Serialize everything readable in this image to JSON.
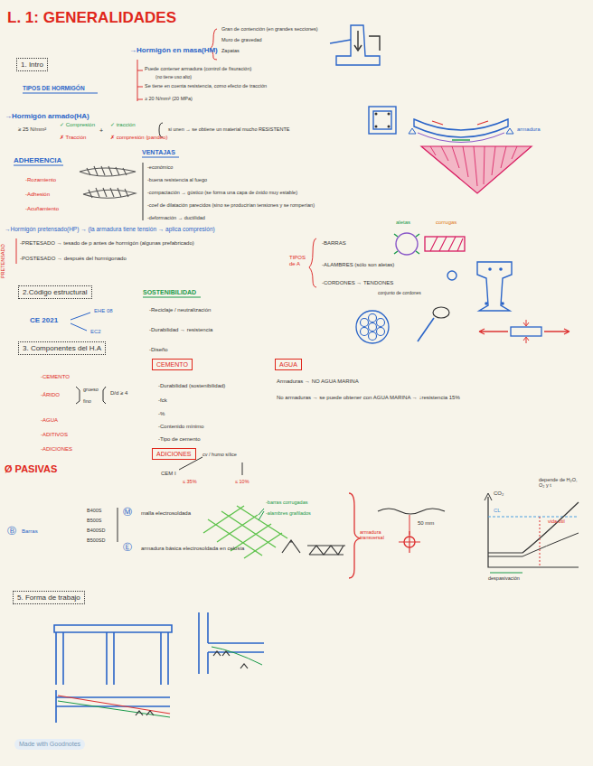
{
  "diagram": {
    "title": "L. 1: GENERALIDADES",
    "nodes": [
      {
        "text": [
          "1. Intro"
        ]
      },
      {
        "text": [
          "2.Código estructural"
        ]
      },
      {
        "text": [
          "3. Componentes del H.A"
        ]
      },
      {
        "text": [
          "CEMENTO"
        ]
      },
      {
        "text": [
          "AGUA"
        ]
      },
      {
        "text": [
          "ADICIONES"
        ]
      },
      {
        "text": [
          "5. Forma de trabajo"
        ]
      }
    ],
    "labels": [
      "TIPOS DE HORMIGÓN",
      "→Hormigón en masa(HM)",
      "Gran de contención (en grandes secciones)",
      "Muro de gravedad",
      "Zapatas",
      "Puede contener armadura (control de fisuración)",
      "(no tiene uso alto)",
      "Se tiene en cuenta resistencia, como efecto de tracción",
      "≥ 20 N/mm² (20 MPa)",
      "→Hormigón armado(HA)",
      "≥ 25 N/mm²",
      "✓ Compresión",
      "✗ Tracción",
      "+",
      "✓ tracción",
      "✗ compresión (pandeo)",
      "si unen → se obtiene un material mucho RESISTENTE",
      "armadura",
      "ADHERENCIA",
      "-Rozamiento",
      "-Adhesión",
      "-Acuñamiento",
      "VENTAJAS",
      "-económico",
      "-buena resistencia al fuego",
      "-compactación → gústico (se forma una capa de óxido muy estable)",
      "-coef de dilatación parecidos (sino se producirían tensiones y se romperían)",
      "-deformación → ductilidad",
      "→Hormigón pretensado(HP) → (la armadura tiene tensión → aplica compresión)",
      "PRETENSADO",
      "-PRETESADO → tesado de p antes de hormigón (algunas prefabricado)",
      "-POSTESADO → después del hormigonado",
      "aletas",
      "corrugas",
      "TIPOS de A",
      "-BARRAS",
      "-ALAMBRES (sólo son aletas)",
      "-CORDONES → TENDONES",
      "conjunto de cordones",
      "SOSTENIBILIDAD",
      "-Reciclaje / neutralización",
      "-Durabilidad → resistencia",
      "-Diseño",
      "CE 2021",
      "EHE 08",
      "EC2",
      "-CEMENTO",
      "-ÁRIDO",
      "grueso",
      "fino",
      "D/d ≥ 4",
      "-AGUA",
      "-ADITIVOS",
      "-ADICIONES",
      "-Durabilidad (sostenibilidad)",
      "-fck",
      "-%",
      "-Contenido mínimo",
      "-Tipo de cemento",
      "Armaduras → NO AGUA MARINA",
      "No armaduras → se puede obtener con AGUA MARINA → ↓resistencia 15%",
      "CEM I",
      "cv / humo sílice",
      "≤ 35%",
      "≤ 10%",
      "Ø PASIVAS",
      "Ⓑ",
      "Barras",
      "B400S",
      "B500S",
      "B400SD",
      "B500SD",
      "Ⓜ",
      "malla electrosoldada",
      "-barras corrugadas",
      "-alambres grafilados",
      "Ⓔ",
      "armadura básica electrosoldada en celosía",
      "armadura transversal",
      "50 mm",
      "CO₂",
      "CL",
      "depende de H₂O, O₂ y t",
      "vida útil",
      "despasivación",
      "Made with Goodnotes"
    ]
  }
}
